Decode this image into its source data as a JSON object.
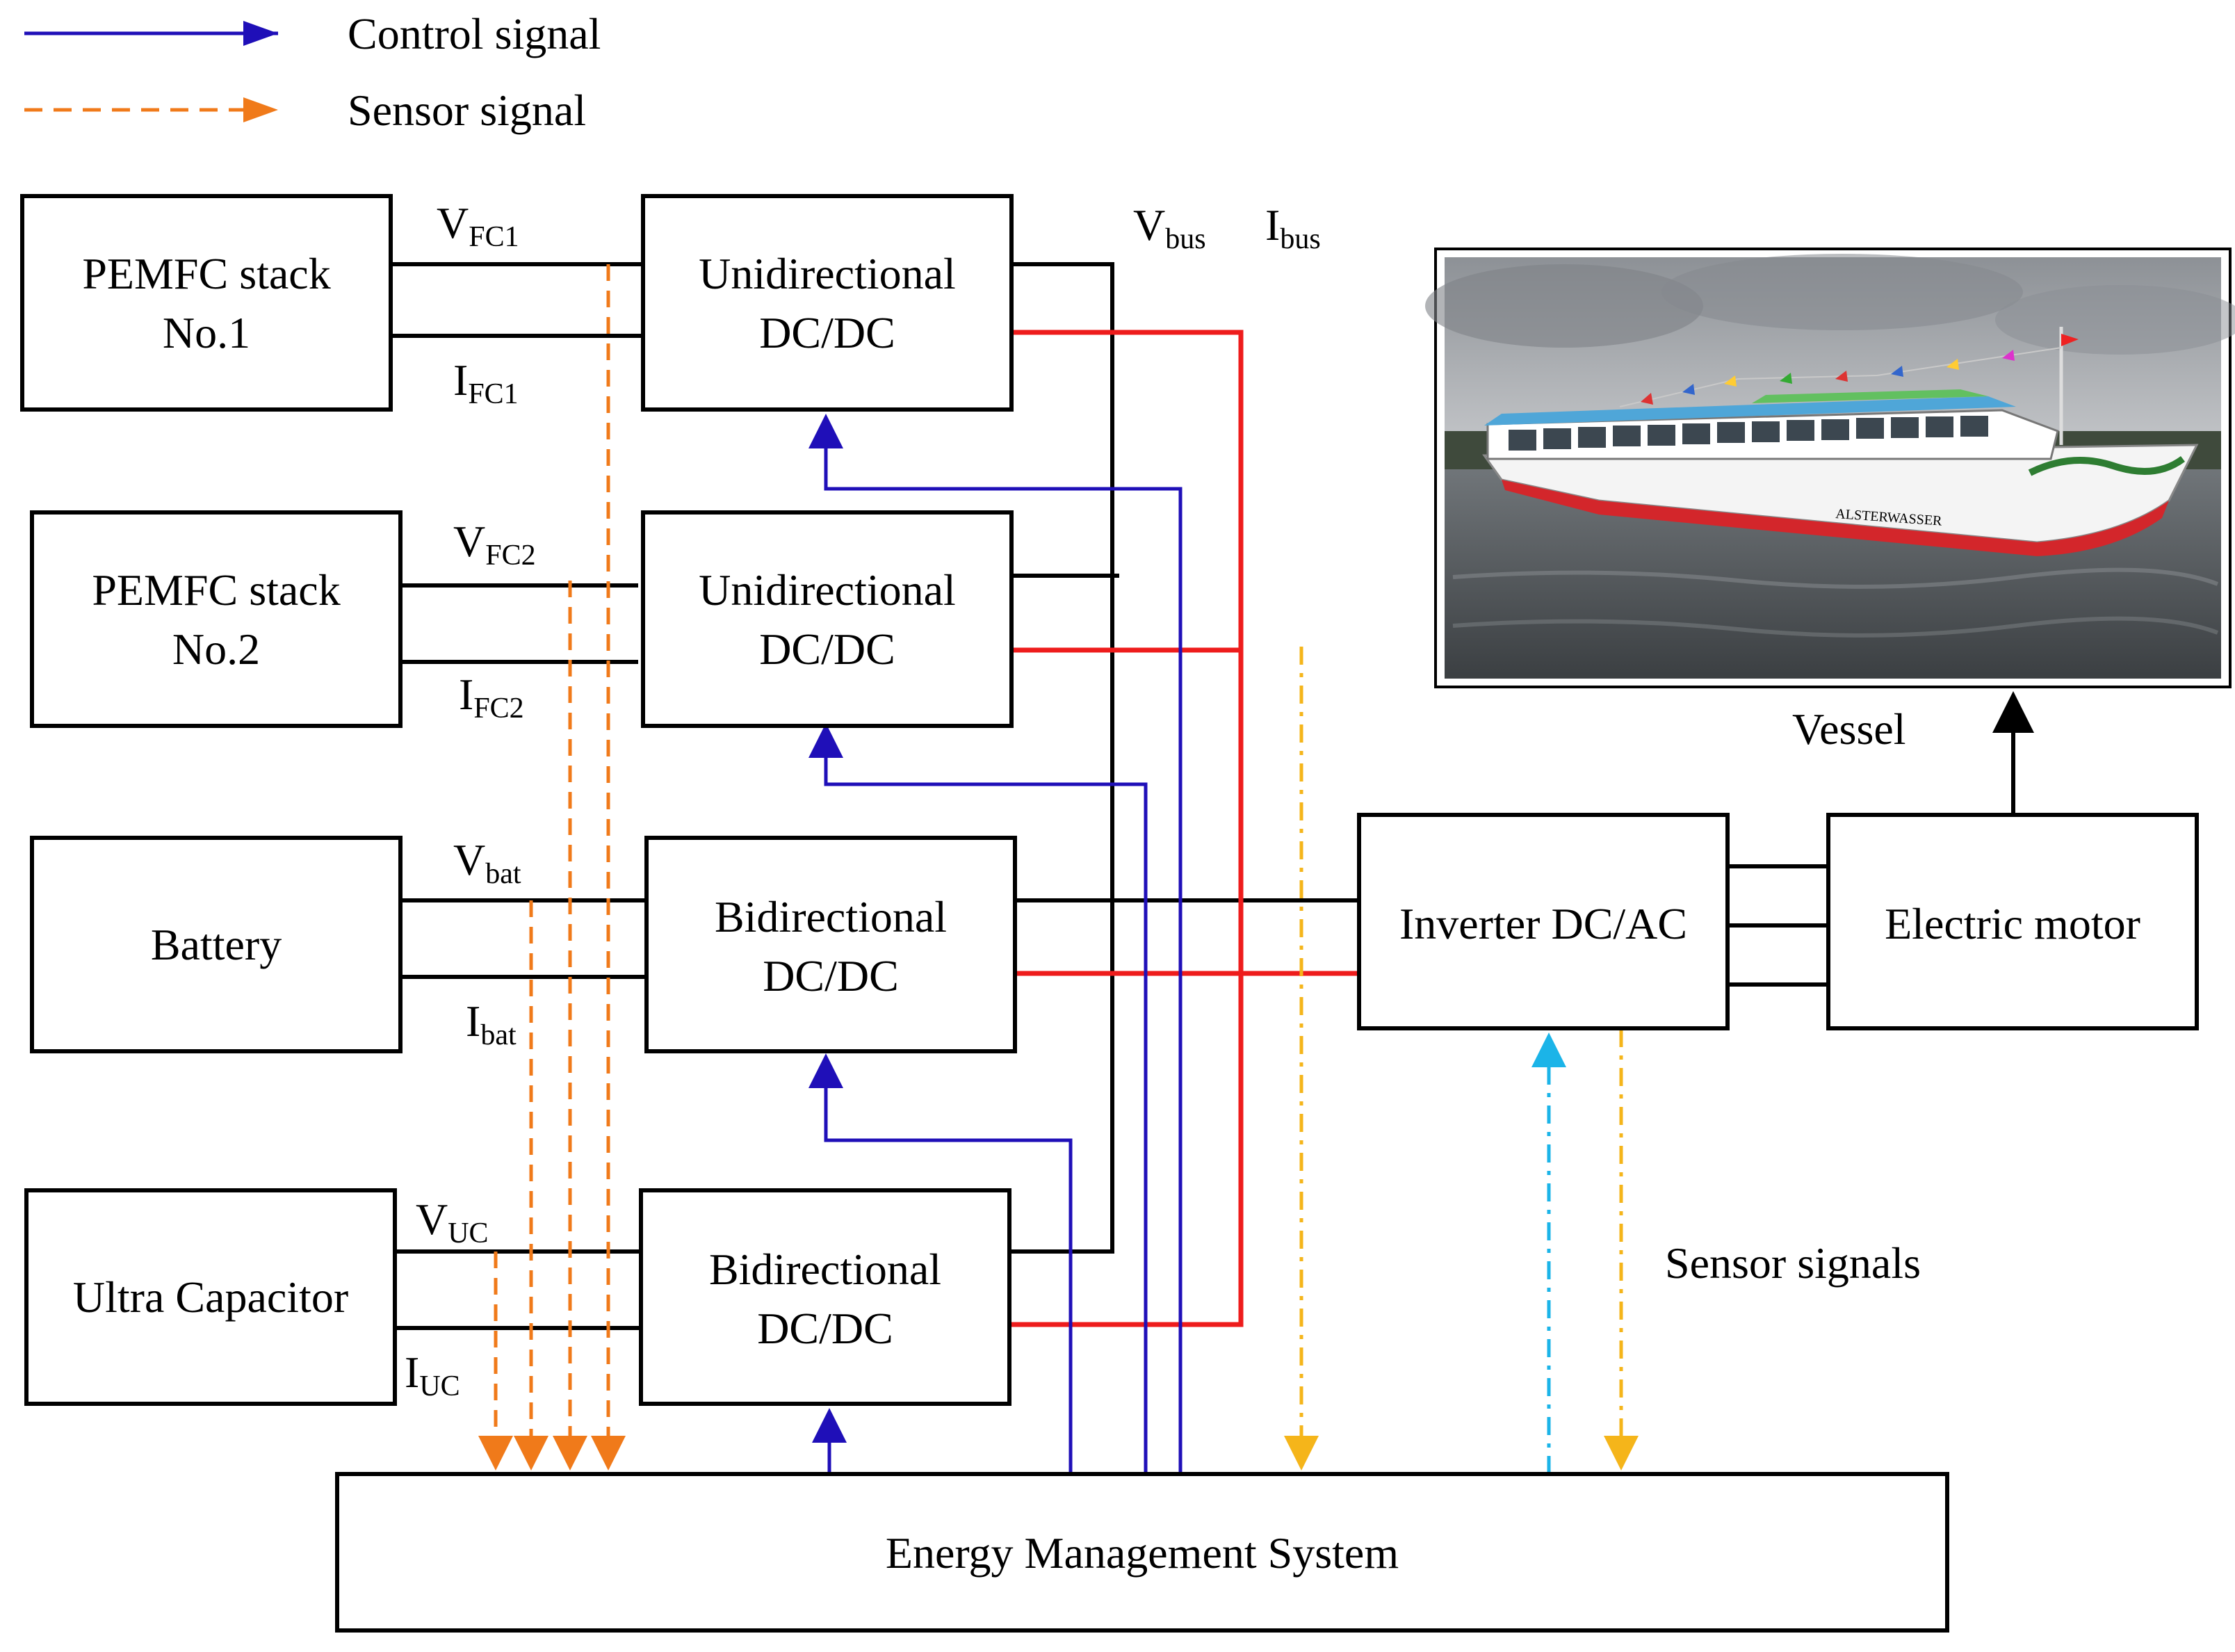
{
  "legend": {
    "control": {
      "label": "Control signal",
      "color": "#1f0fb8"
    },
    "sensor": {
      "label": "Sensor signal",
      "color": "#f07a1a"
    }
  },
  "blocks": {
    "fc1": {
      "line1": "PEMFC stack",
      "line2": "No.1"
    },
    "fc2": {
      "line1": "PEMFC stack",
      "line2": "No.2"
    },
    "battery": {
      "label": "Battery"
    },
    "uc": {
      "label": "Ultra Capacitor"
    },
    "conv1": {
      "line1": "Unidirectional",
      "line2": "DC/DC"
    },
    "conv2": {
      "line1": "Unidirectional",
      "line2": "DC/DC"
    },
    "conv3": {
      "line1": "Bidirectional",
      "line2": "DC/DC"
    },
    "conv4": {
      "line1": "Bidirectional",
      "line2": "DC/DC"
    },
    "inverter": {
      "label": "Inverter DC/AC"
    },
    "motor": {
      "label": "Electric motor"
    },
    "ems": {
      "label": "Energy Management System"
    }
  },
  "signals": {
    "vfc1": {
      "main": "V",
      "sub": "FC1"
    },
    "ifc1": {
      "main": "I",
      "sub": "FC1"
    },
    "vfc2": {
      "main": "V",
      "sub": "FC2"
    },
    "ifc2": {
      "main": "I",
      "sub": "FC2"
    },
    "vbat": {
      "main": "V",
      "sub": "bat"
    },
    "ibat": {
      "main": "I",
      "sub": "bat"
    },
    "vuc": {
      "main": "V",
      "sub": "UC"
    },
    "iuc": {
      "main": "I",
      "sub": "UC"
    },
    "vbus": {
      "main": "V",
      "sub": "bus"
    },
    "ibus": {
      "main": "I",
      "sub": "bus"
    }
  },
  "vessel": {
    "label": "Vessel",
    "hull_text": "ALSTERWASSER"
  },
  "sensor_signals_label": "Sensor signals",
  "colors": {
    "line": "#000000",
    "bus_current": "#ee1c1c",
    "control": "#1f0fb8",
    "sensor_orange": "#f07a1a",
    "sensor_yellow": "#f5b51a",
    "sensor_cyan": "#1bb4e8"
  }
}
